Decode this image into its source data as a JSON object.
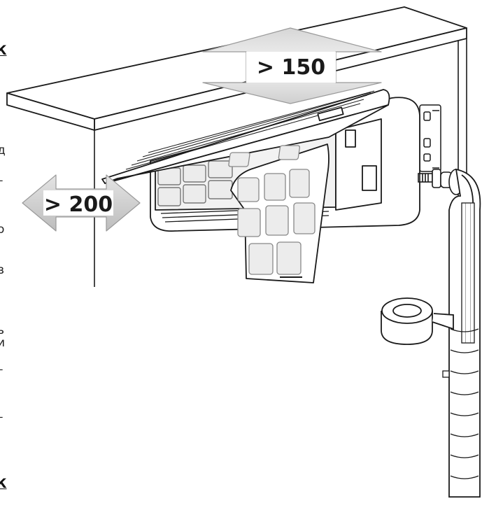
{
  "diagram": {
    "dimensions": {
      "top_clearance": "> 150",
      "side_clearance": "> 200"
    },
    "cropped_text_fragments": [
      "К",
      "д",
      "–",
      "о",
      "в",
      "ь",
      "и",
      "–",
      "–",
      "К"
    ]
  }
}
